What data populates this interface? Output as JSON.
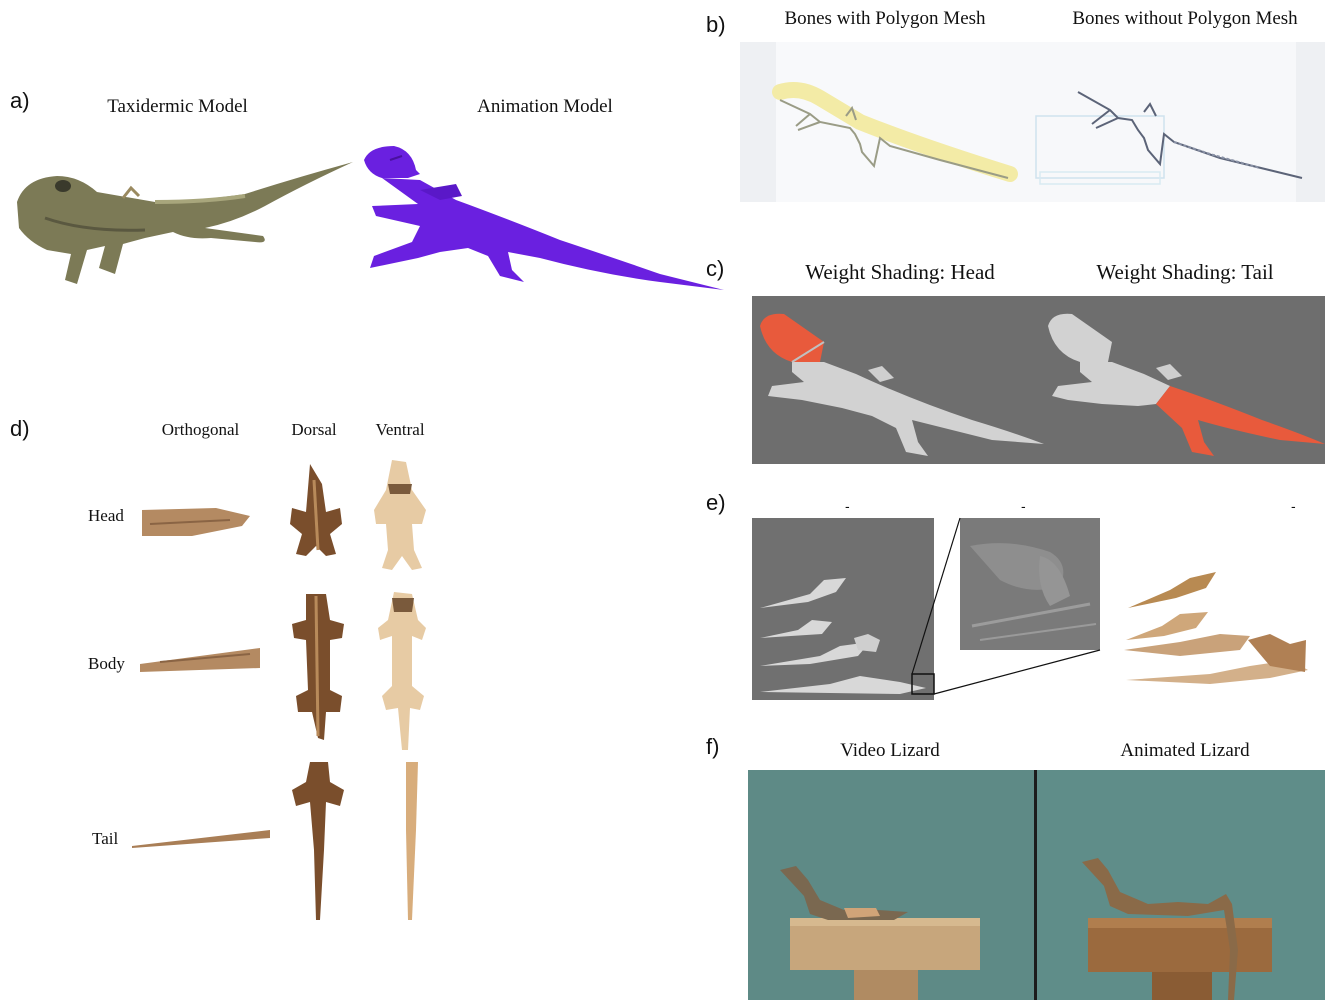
{
  "panel_a": {
    "label": "a)",
    "left_caption": "Taxidermic Model",
    "right_caption": "Animation Model"
  },
  "panel_b": {
    "label": "b)",
    "left_caption": "Bones with Polygon Mesh",
    "right_caption": "Bones without Polygon Mesh"
  },
  "panel_c": {
    "label": "c)",
    "left_caption": "Weight Shading: Head",
    "right_caption": "Weight Shading: Tail"
  },
  "panel_d": {
    "label": "d)",
    "columns": [
      "Orthogonal",
      "Dorsal",
      "Ventral"
    ],
    "rows": [
      "Head",
      "Body",
      "Tail"
    ]
  },
  "panel_e": {
    "label": "e)",
    "captions": [
      "-",
      "-",
      "-"
    ]
  },
  "panel_f": {
    "label": "f)",
    "left_caption": "Video Lizard",
    "right_caption": "Animated Lizard"
  },
  "colors": {
    "animation_model": "#6a20e0",
    "weight_highlight": "#e85a3c",
    "weight_background": "#6e6e6e",
    "video_background": "#5e8a86"
  }
}
